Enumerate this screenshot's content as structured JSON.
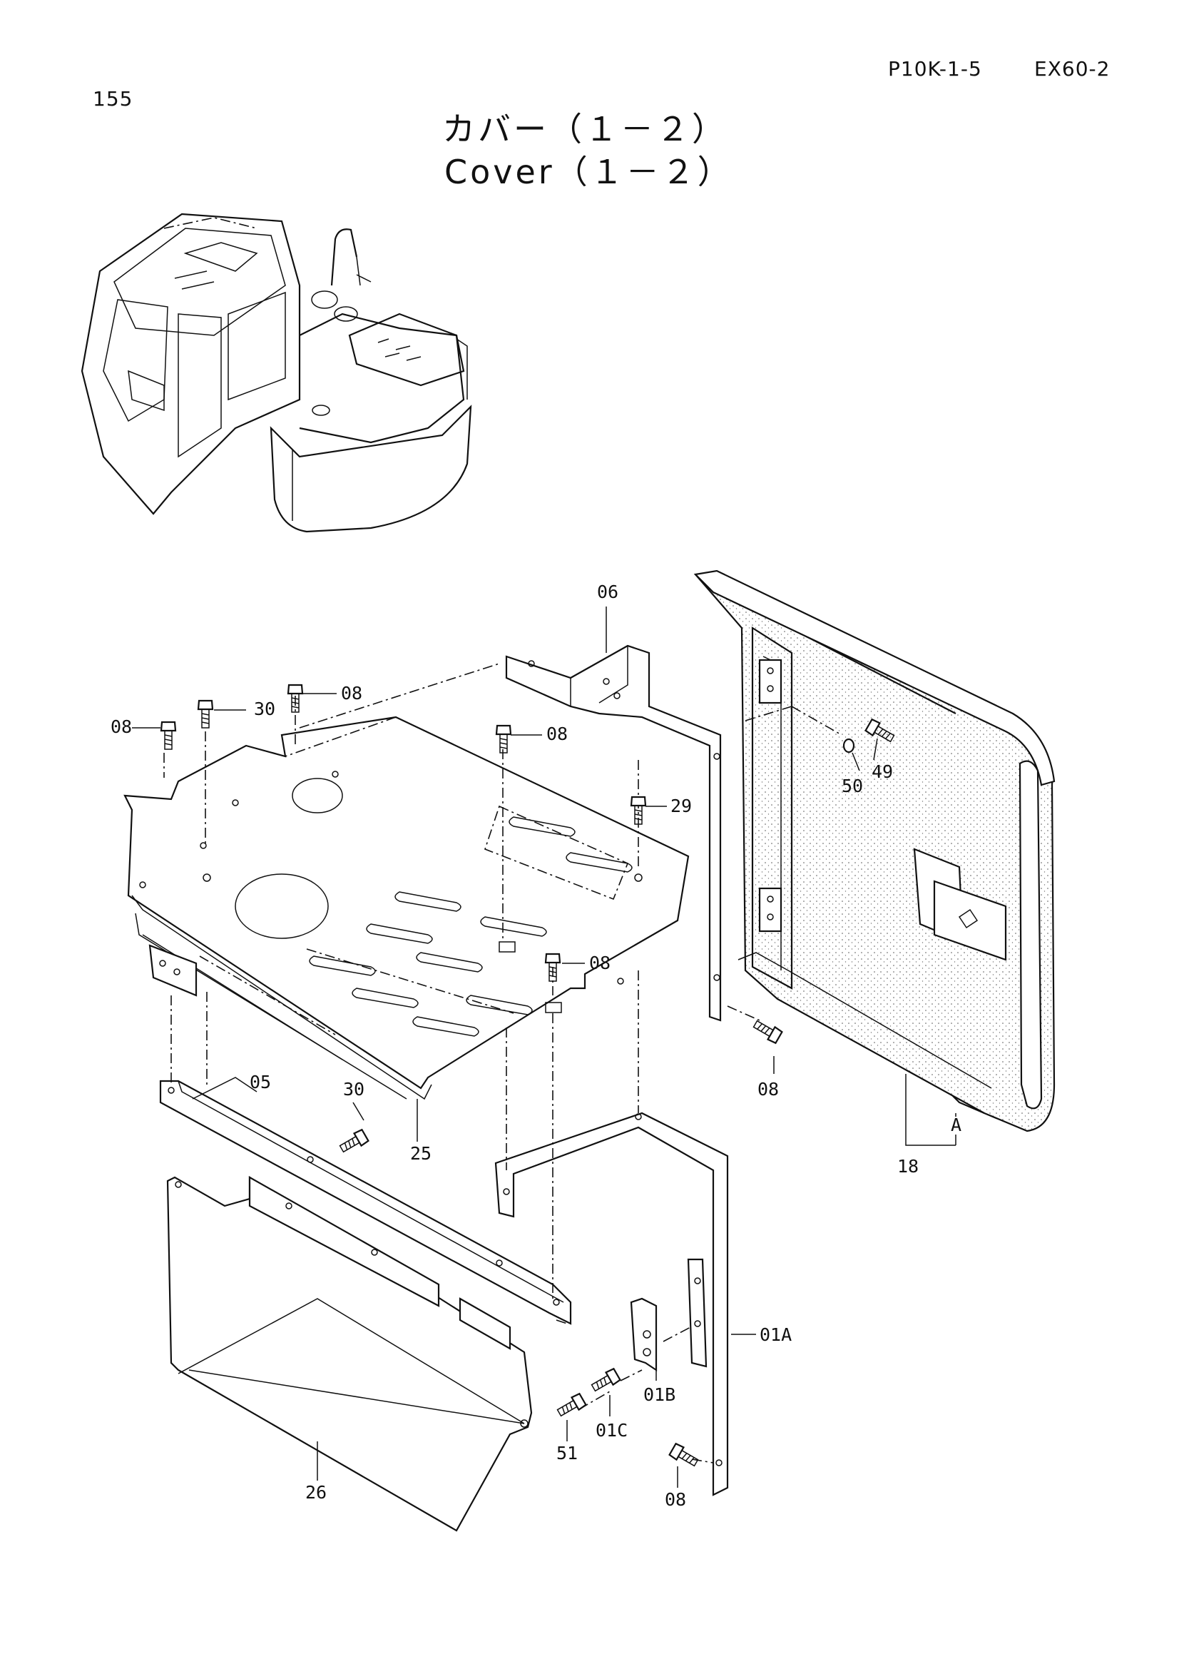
{
  "header": {
    "page_number": "155",
    "part_code": "P10K-1-5",
    "model": "EX60-2"
  },
  "title": {
    "japanese": "カバー（１－２）",
    "english": "Cover（１－２）"
  },
  "callouts": {
    "c06": "06",
    "c08a": "08",
    "c30a": "30",
    "c08b": "08",
    "c08c": "08",
    "c29": "29",
    "c08d": "08",
    "c49": "49",
    "c50": "50",
    "c05": "05",
    "c30b": "30",
    "c25": "25",
    "c08e": "08",
    "c18": "18",
    "cA": "A",
    "c01A": "01A",
    "c01B": "01B",
    "c01C": "01C",
    "c51": "51",
    "c26": "26",
    "c08f": "08"
  }
}
